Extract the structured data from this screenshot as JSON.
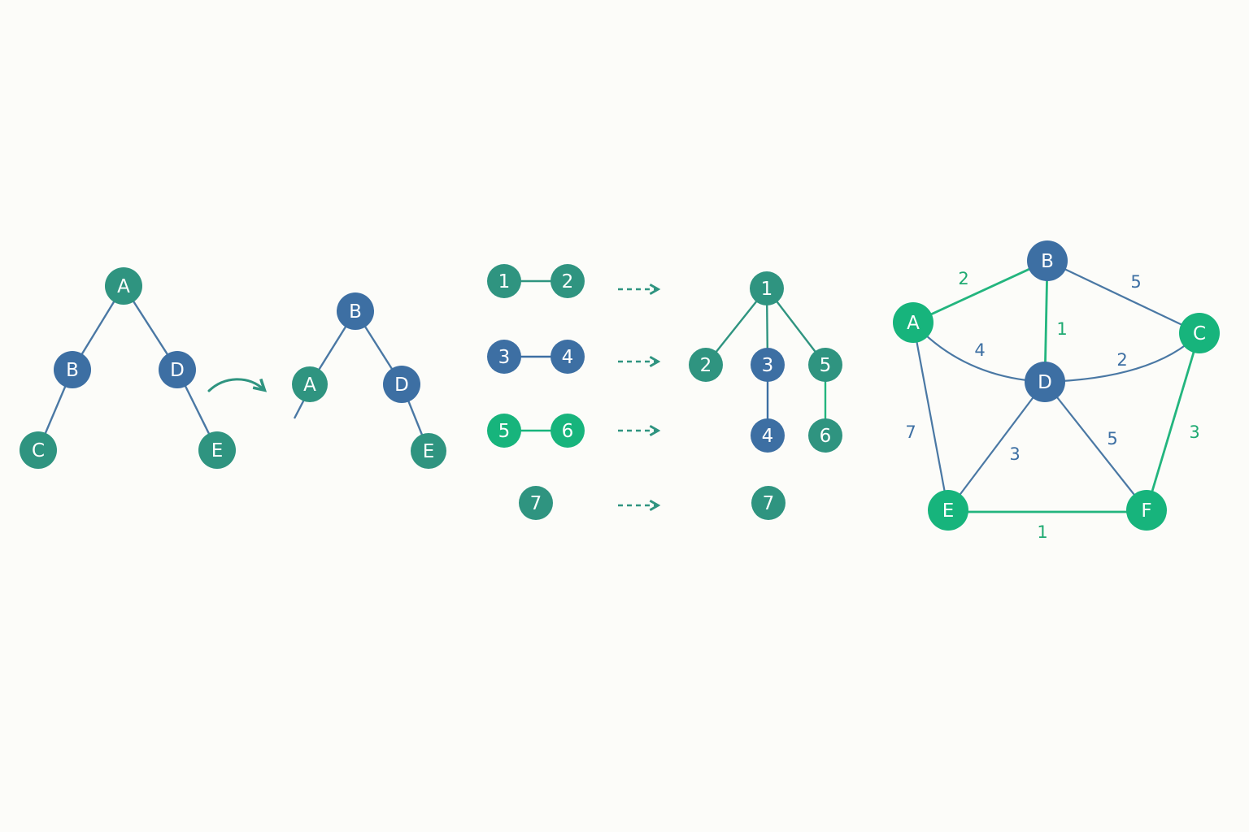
{
  "colors": {
    "background": "#fcfcf9",
    "teal": "#2f9480",
    "blue": "#3d6fa3",
    "green": "#17b47c",
    "edge_blue": "#4a78a4",
    "edge_teal": "#2f9480",
    "edge_green": "#23b57e",
    "weight_blue": "#3d6fa3",
    "weight_green": "#1faa72"
  },
  "tree_rotation": {
    "before": {
      "nodes": [
        {
          "id": "A",
          "label": "A",
          "color": "teal"
        },
        {
          "id": "B",
          "label": "B",
          "color": "blue"
        },
        {
          "id": "D",
          "label": "D",
          "color": "blue"
        },
        {
          "id": "C",
          "label": "C",
          "color": "teal"
        },
        {
          "id": "E",
          "label": "E",
          "color": "teal"
        }
      ],
      "edges": [
        [
          "A",
          "B"
        ],
        [
          "A",
          "D"
        ],
        [
          "B",
          "C"
        ],
        [
          "D",
          "E"
        ]
      ]
    },
    "arrow": "rotation-arrow-icon",
    "after": {
      "nodes": [
        {
          "id": "B",
          "label": "B",
          "color": "blue"
        },
        {
          "id": "A",
          "label": "A",
          "color": "teal"
        },
        {
          "id": "D",
          "label": "D",
          "color": "blue"
        },
        {
          "id": "E",
          "label": "E",
          "color": "teal"
        }
      ],
      "edges": [
        [
          "B",
          "A"
        ],
        [
          "B",
          "D"
        ],
        [
          "D",
          "E"
        ]
      ],
      "dangling_child_of": "A"
    }
  },
  "union_find": {
    "pairs": [
      {
        "left": "1",
        "right": "2",
        "color": "teal"
      },
      {
        "left": "3",
        "right": "4",
        "color": "blue"
      },
      {
        "left": "5",
        "right": "6",
        "color": "green"
      },
      {
        "left": "7",
        "right": null,
        "color": "teal"
      }
    ],
    "arrow": "dashed-arrow-icon",
    "result": {
      "nodes": [
        {
          "id": "1",
          "label": "1",
          "color": "teal"
        },
        {
          "id": "2",
          "label": "2",
          "color": "teal"
        },
        {
          "id": "3",
          "label": "3",
          "color": "blue"
        },
        {
          "id": "5",
          "label": "5",
          "color": "teal"
        },
        {
          "id": "4",
          "label": "4",
          "color": "blue"
        },
        {
          "id": "6",
          "label": "6",
          "color": "teal"
        },
        {
          "id": "7",
          "label": "7",
          "color": "teal"
        }
      ],
      "edges": [
        [
          "1",
          "2"
        ],
        [
          "1",
          "3"
        ],
        [
          "1",
          "5"
        ],
        [
          "3",
          "4"
        ],
        [
          "5",
          "6"
        ]
      ]
    }
  },
  "weighted_graph": {
    "nodes": [
      {
        "id": "A",
        "label": "A",
        "color": "green"
      },
      {
        "id": "B",
        "label": "B",
        "color": "blue"
      },
      {
        "id": "C",
        "label": "C",
        "color": "green"
      },
      {
        "id": "D",
        "label": "D",
        "color": "blue"
      },
      {
        "id": "E",
        "label": "E",
        "color": "green"
      },
      {
        "id": "F",
        "label": "F",
        "color": "green"
      }
    ],
    "edges": [
      {
        "from": "A",
        "to": "B",
        "weight": "2",
        "highlight": true
      },
      {
        "from": "B",
        "to": "C",
        "weight": "5",
        "highlight": false
      },
      {
        "from": "A",
        "to": "D",
        "weight": "4",
        "highlight": false
      },
      {
        "from": "B",
        "to": "D",
        "weight": "1",
        "highlight": true
      },
      {
        "from": "D",
        "to": "C",
        "weight": "2",
        "highlight": false
      },
      {
        "from": "A",
        "to": "E",
        "weight": "7",
        "highlight": false
      },
      {
        "from": "D",
        "to": "E",
        "weight": "3",
        "highlight": false
      },
      {
        "from": "D",
        "to": "F",
        "weight": "5",
        "highlight": false
      },
      {
        "from": "C",
        "to": "F",
        "weight": "3",
        "highlight": true
      },
      {
        "from": "E",
        "to": "F",
        "weight": "1",
        "highlight": true
      }
    ]
  }
}
